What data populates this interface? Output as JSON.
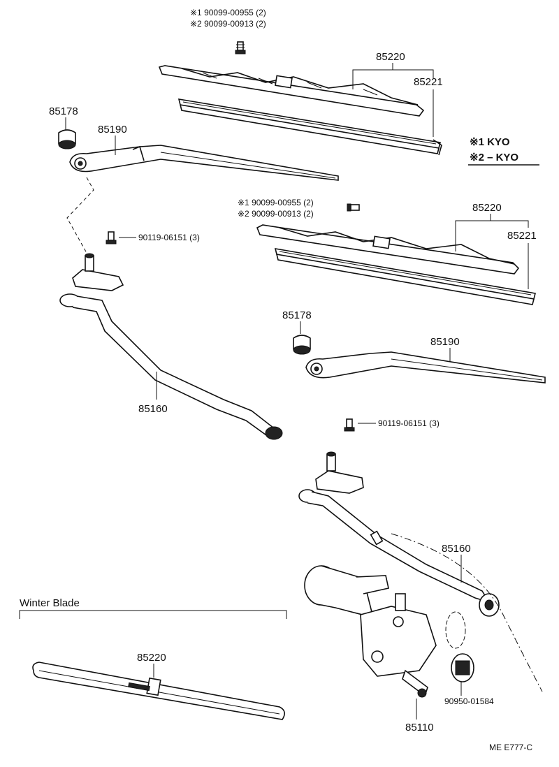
{
  "legend": {
    "line1": "※1 KYO",
    "line2": "※2 – KYO"
  },
  "winter_blade": {
    "title": "Winter Blade",
    "part": "85220"
  },
  "upper": {
    "screw_line1": "※1 90099-00955 (2)",
    "screw_line2": "※2 90099-00913 (2)",
    "blade": "85220",
    "refill": "85221",
    "cap": "85178",
    "arm": "85190",
    "bolt": "90119-06151 (3)",
    "link": "85160"
  },
  "lower": {
    "screw_line1": "※1 90099-00955 (2)",
    "screw_line2": "※2 90099-00913 (2)",
    "blade": "85220",
    "refill": "85221",
    "cap": "85178",
    "arm": "85190",
    "bolt": "90119-06151 (3)",
    "link": "85160",
    "motor": "85110",
    "motor_cap": "90950-01584"
  },
  "footer": {
    "code": "ME  E777-C"
  }
}
